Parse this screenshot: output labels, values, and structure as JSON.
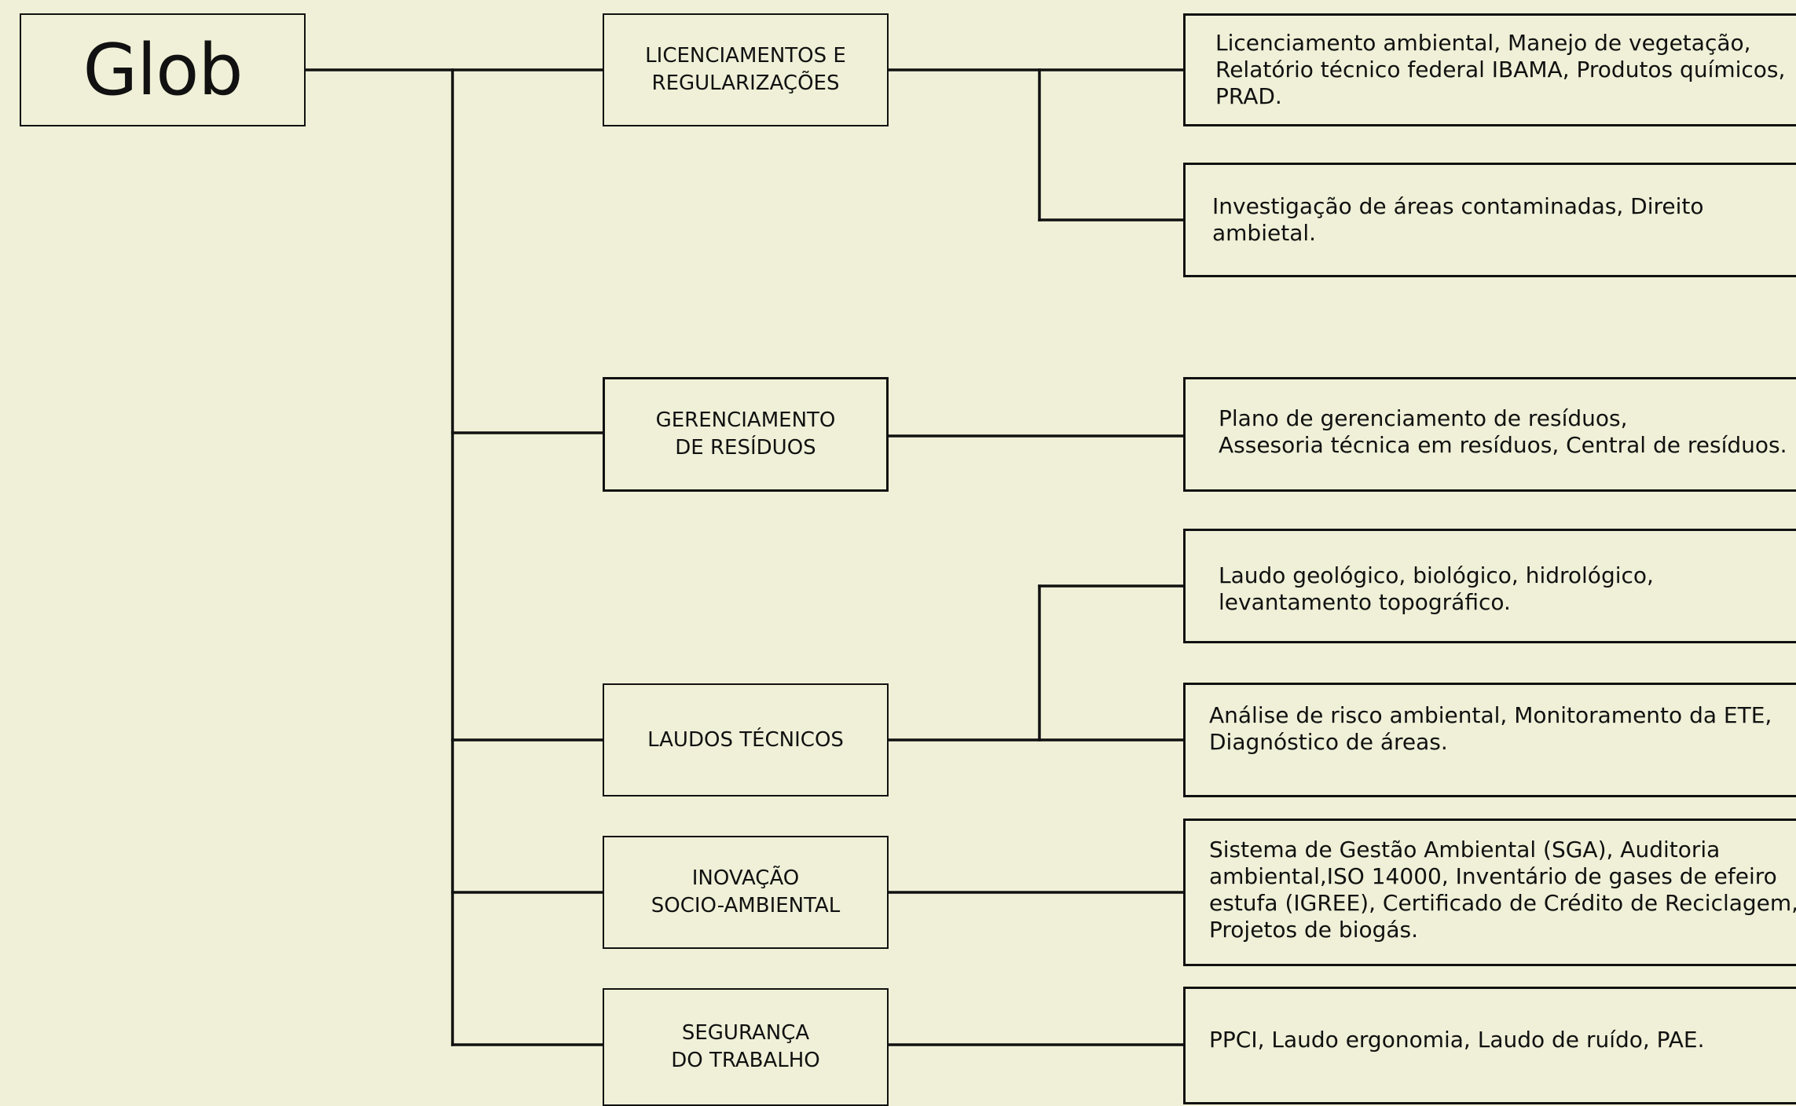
{
  "root": {
    "label": "Glob"
  },
  "categories": [
    {
      "label": "LICENCIAMENTOS E\nREGULARIZAÇÕES",
      "details": [
        "Licenciamento ambiental, Manejo de vegetação,\nRelatório técnico federal IBAMA, Produtos químicos,\nPRAD.",
        "Investigação de áreas contaminadas, Direito ambietal."
      ]
    },
    {
      "label": "GERENCIAMENTO\nDE RESÍDUOS",
      "details": [
        "Plano de gerenciamento de resíduos,\nAssesoria técnica em resíduos, Central de resíduos."
      ]
    },
    {
      "label": "LAUDOS TÉCNICOS",
      "details": [
        "Laudo geológico, biológico, hidrológico,\nlevantamento topográfico.",
        "Análise de risco ambiental, Monitoramento da ETE,\nDiagnóstico de áreas."
      ]
    },
    {
      "label": "INOVAÇÃO\nSOCIO-AMBIENTAL",
      "details": [
        "Sistema de Gestão Ambiental (SGA), Auditoria\nambiental,ISO 14000, Inventário de gases de efeiro\nestufa (IGREE), Certificado de Crédito de Reciclagem,\nProjetos de biogás."
      ]
    },
    {
      "label": "SEGURANÇA\nDO TRABALHO",
      "details": [
        "PPCI, Laudo ergonomia, Laudo de ruído, PAE."
      ]
    }
  ],
  "colors": {
    "background": "#eff0d7",
    "line": "#111111"
  }
}
